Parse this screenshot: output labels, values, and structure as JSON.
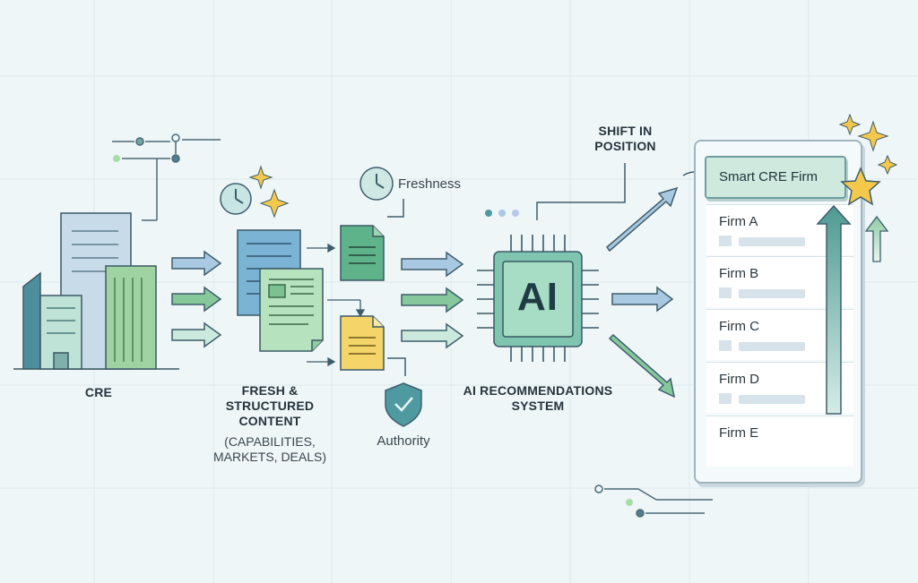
{
  "labels": {
    "cre": "CRE",
    "content_title": "FRESH &\nSTRUCTURED\nCONTENT",
    "content_sub": "(CAPABILITIES,\nMARKETS, DEALS)",
    "freshness": "Freshness",
    "authority": "Authority",
    "ai_chip": "AI",
    "ai_system": "AI RECOMMENDATIONS\nSYSTEM",
    "shift": "SHIFT IN\nPOSITION"
  },
  "ranking": {
    "top": "Smart CRE Firm",
    "firms": [
      "Firm A",
      "Firm B",
      "Firm C",
      "Firm D",
      "Firm E"
    ]
  },
  "colors": {
    "blue": "#7aa6c4",
    "green": "#7fc79b",
    "teal": "#4f8f9a",
    "yellow": "#f4d56a",
    "sparkle": "#f3c84b"
  }
}
